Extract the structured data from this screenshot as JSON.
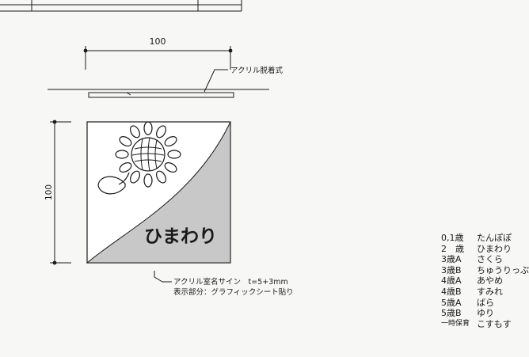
{
  "dimensions": {
    "top_width": "100",
    "side_height": "100"
  },
  "callouts": {
    "mount": "アクリル脱着式",
    "sign_line1": "アクリル室名サイン　t=5+3mm",
    "sign_line2": "表示部分：グラフィックシート貼り"
  },
  "sign": {
    "room_label": "ひまわり",
    "icon": "sunflower-icon",
    "colors": {
      "panel_fill": "#c8c8c8",
      "line": "#1a1a1a",
      "background": "#f7f7f5"
    }
  },
  "room_list": [
    {
      "age": "0,1歳",
      "name": "たんぽぽ"
    },
    {
      "age": "2　歳",
      "name": "ひまわり"
    },
    {
      "age": "3歳A",
      "name": "さくら"
    },
    {
      "age": "3歳B",
      "name": "ちゅうりっぷ"
    },
    {
      "age": "4歳A",
      "name": "あやめ"
    },
    {
      "age": "4歳B",
      "name": "すみれ"
    },
    {
      "age": "5歳A",
      "name": "ばら"
    },
    {
      "age": "5歳B",
      "name": "ゆり"
    },
    {
      "age": "一時保育",
      "name": "こすもす"
    }
  ]
}
